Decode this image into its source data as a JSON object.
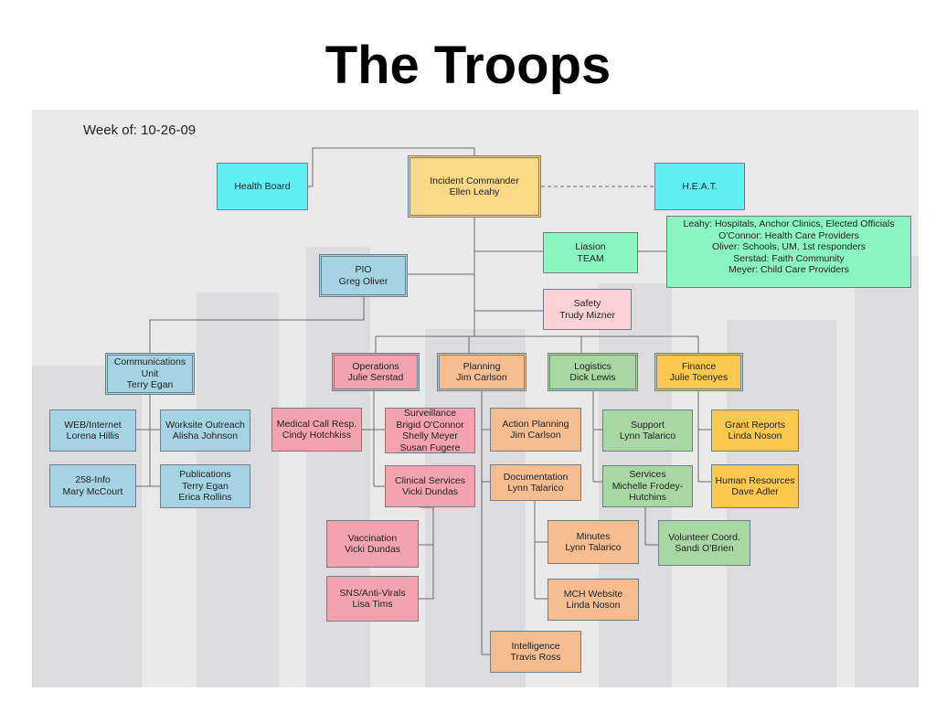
{
  "title": "The Troops",
  "week": "Week of: 10-26-09",
  "boxes": {
    "health_board": [
      "Health Board"
    ],
    "incident_commander": [
      "Incident Commander",
      "Ellen Leahy"
    ],
    "heat": [
      "H.E.A.T."
    ],
    "liaison": [
      "Liasion",
      "TEAM"
    ],
    "team_members": [
      "Leahy: Hospitals, Anchor Clinics, Elected Officials",
      "O'Connor: Health Care Providers",
      "Oliver: Schools, UM, 1st responders",
      "Serstad: Faith Community",
      "Meyer: Child Care Providers"
    ],
    "pio": [
      "PIO",
      "Greg Oliver"
    ],
    "safety": [
      "Safety",
      "Trudy Mizner"
    ],
    "communications": [
      "Communications",
      "Unit",
      "Terry Egan"
    ],
    "web_internet": [
      "WEB/Internet",
      "Lorena Hillis"
    ],
    "worksite_outreach": [
      "Worksite Outreach",
      "Alisha Johnson"
    ],
    "info_258": [
      "258-Info",
      "Mary McCourt"
    ],
    "publications": [
      "Publications",
      "Terry Egan",
      "Erica Rollins"
    ],
    "operations": [
      "Operations",
      "Julie Serstad"
    ],
    "planning": [
      "Planning",
      "Jim Carlson"
    ],
    "logistics": [
      "Logistics",
      "Dick Lewis"
    ],
    "finance": [
      "Finance",
      "Julie Toenyes"
    ],
    "medical_call": [
      "Medical Call Resp.",
      "Cindy Hotchkiss"
    ],
    "surveillance": [
      "Surveillance",
      "Brigid O'Connor",
      "Shelly Meyer",
      "Susan Fugere"
    ],
    "clinical_services": [
      "Clinical Services",
      "Vicki Dundas"
    ],
    "vaccination": [
      "Vaccination",
      "Vicki Dundas"
    ],
    "sns_antivirals": [
      "SNS/Anti-Virals",
      "Lisa Tims"
    ],
    "action_planning": [
      "Action Planning",
      "Jim Carlson"
    ],
    "documentation": [
      "Documentation",
      "Lynn Talarico"
    ],
    "minutes": [
      "Minutes",
      "Lynn Talarico"
    ],
    "mch_website": [
      "MCH Website",
      "Linda Noson"
    ],
    "intelligence": [
      "Intelligence",
      "Travis Ross"
    ],
    "support": [
      "Support",
      "Lynn Talarico"
    ],
    "services": [
      "Services",
      "Michelle Frodey-",
      "Hutchins"
    ],
    "volunteer_coord": [
      "Volunteer Coord.",
      "Sandi O'Brien"
    ],
    "grant_reports": [
      "Grant Reports",
      "Linda Noson"
    ],
    "human_resources": [
      "Human Resources",
      "Dave Adler"
    ]
  }
}
